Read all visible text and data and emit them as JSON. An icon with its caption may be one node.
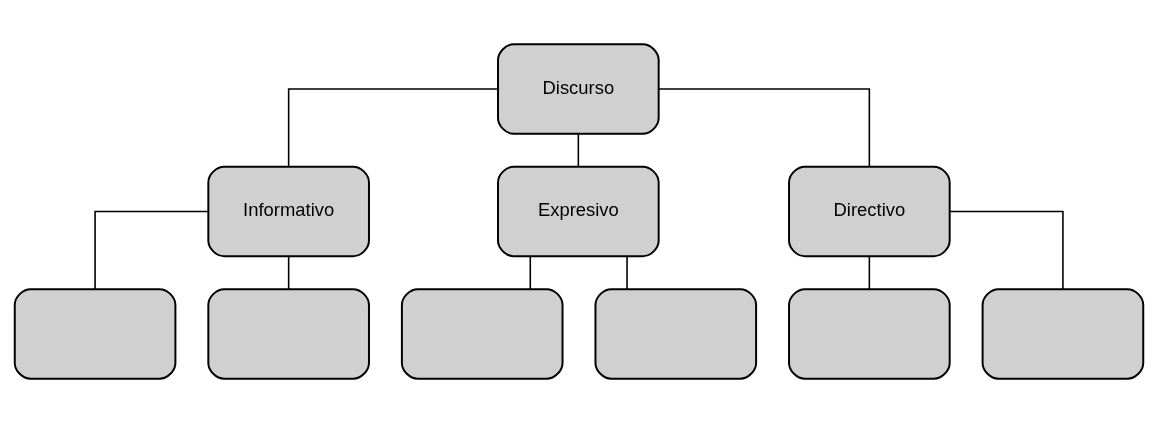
{
  "diagram": {
    "nodes": [
      {
        "text": [
          "Discurso"
        ]
      },
      {
        "text": [
          "Informativo"
        ]
      },
      {
        "text": [
          "Expresivo"
        ]
      },
      {
        "text": [
          "Directivo"
        ]
      },
      {
        "text": [],
        "shape": "box"
      },
      {
        "text": [],
        "shape": "box"
      },
      {
        "text": [],
        "shape": "box"
      },
      {
        "text": [],
        "shape": "box"
      },
      {
        "text": [],
        "shape": "box"
      },
      {
        "text": [],
        "shape": "box"
      }
    ],
    "edges": [
      {
        "from": 0,
        "to": 1,
        "arrow": "none"
      },
      {
        "from": 0,
        "to": 2,
        "arrow": "none"
      },
      {
        "from": 0,
        "to": 3,
        "arrow": "none"
      },
      {
        "from": 1,
        "to": 4,
        "arrow": "none"
      },
      {
        "from": 1,
        "to": 5,
        "arrow": "none"
      },
      {
        "from": 2,
        "to": 6,
        "arrow": "none"
      },
      {
        "from": 2,
        "to": 7,
        "arrow": "none"
      },
      {
        "from": 3,
        "to": 8,
        "arrow": "none"
      },
      {
        "from": 3,
        "to": 9,
        "arrow": "none"
      }
    ]
  }
}
